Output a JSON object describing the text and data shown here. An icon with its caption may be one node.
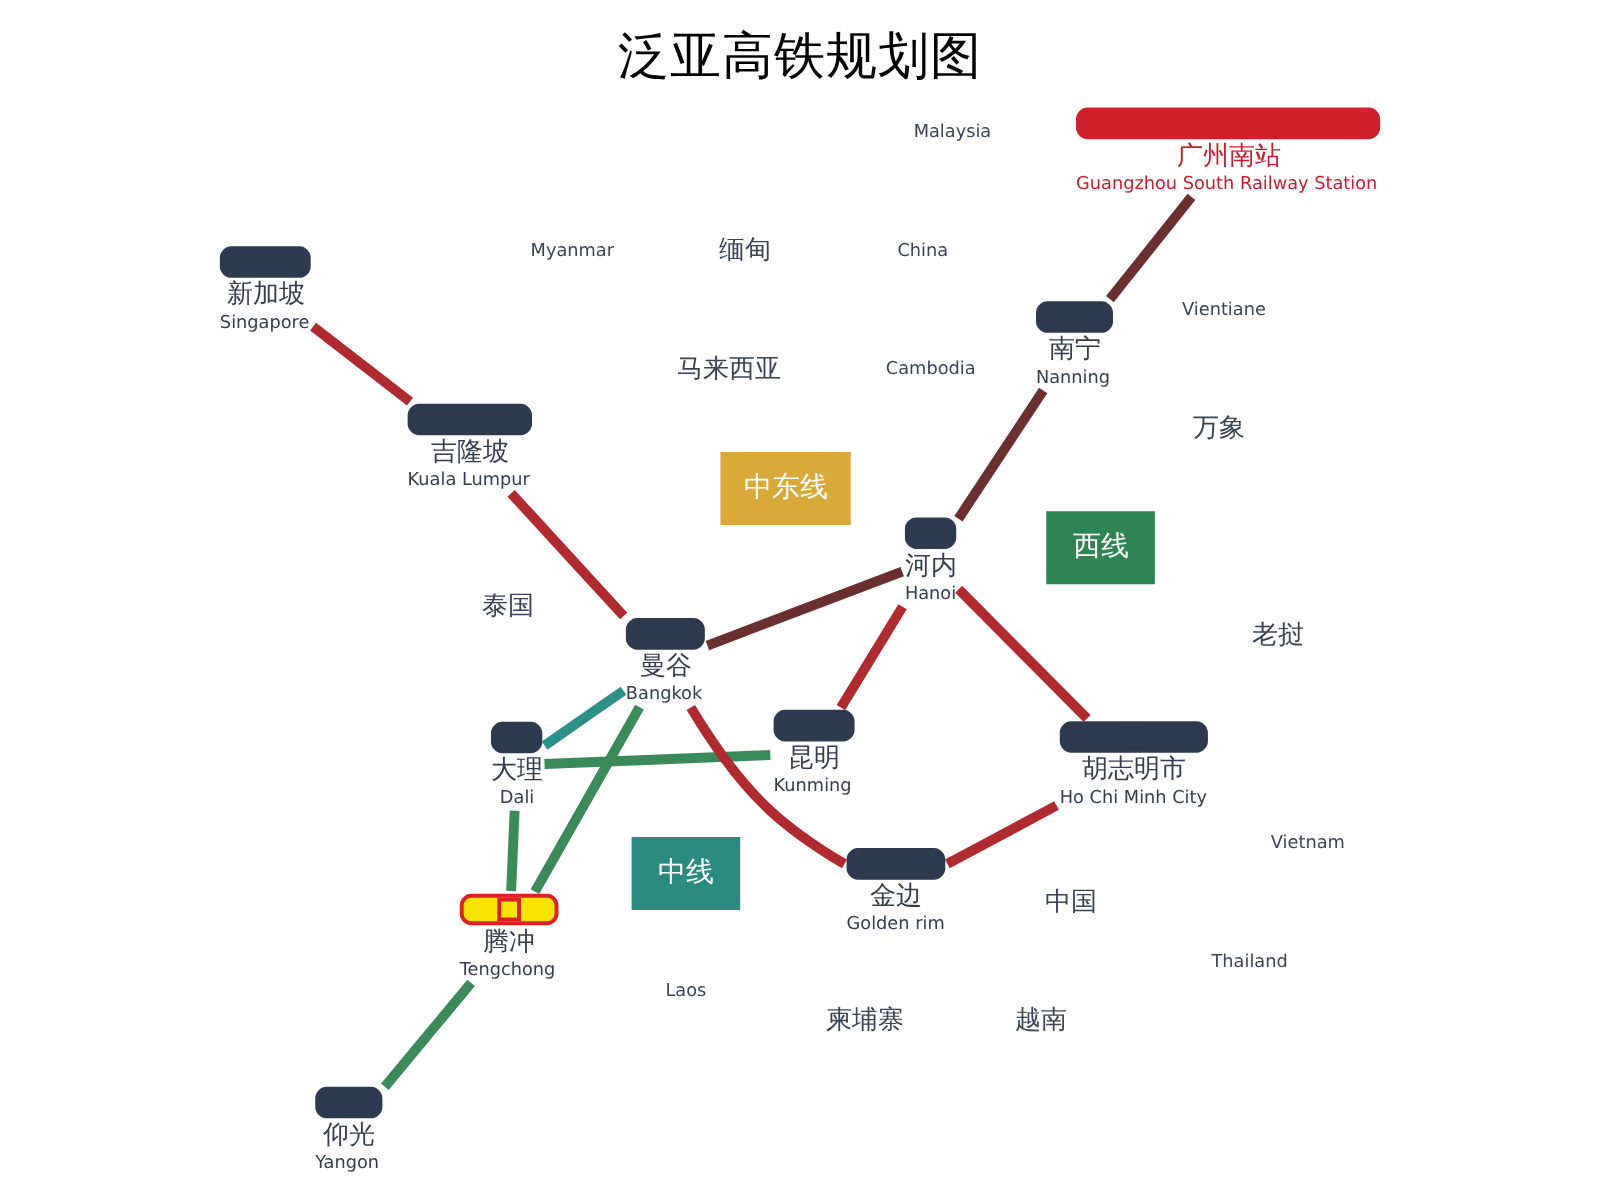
{
  "diagram": {
    "title": "泛亚高铁规划图",
    "nodes": [
      {
        "text": [
          "腾冲",
          "Tengchong"
        ]
      },
      {
        "text": [
          "大理",
          "Dali"
        ]
      },
      {
        "text": [
          "昆明",
          "Kunming"
        ]
      },
      {
        "text": [
          "河内",
          "Hanoi"
        ]
      },
      {
        "text": [
          "南宁",
          "Nanning"
        ]
      },
      {
        "text": [
          "广州南站",
          "Guangzhou South Railway Station"
        ]
      },
      {
        "text": [
          "仰光",
          "Yangon"
        ]
      },
      {
        "text": [
          "曼谷",
          "Bangkok"
        ]
      },
      {
        "text": [
          "金边",
          "Golden rim"
        ]
      },
      {
        "text": [
          "胡志明市",
          "Ho Chi Minh City"
        ]
      },
      {
        "text": [
          "吉隆坡",
          "Kuala Lumpur"
        ]
      },
      {
        "text": [
          "新加坡",
          "Singapore"
        ]
      },
      {
        "text": [
          "中东线"
        ]
      },
      {
        "text": [
          "西线"
        ]
      },
      {
        "text": [
          "中线"
        ]
      }
    ],
    "edges": [
      {
        "from": 0,
        "to": 1,
        "arrow": "none",
        "color": "#3a8a5a"
      },
      {
        "from": 1,
        "to": 2,
        "arrow": "none",
        "color": "#3a8a5a"
      },
      {
        "from": 0,
        "to": 6,
        "arrow": "none",
        "color": "#3a8a5a"
      },
      {
        "from": 0,
        "to": 7,
        "arrow": "none",
        "color": "#3a8a5a"
      },
      {
        "from": 1,
        "to": 7,
        "arrow": "none",
        "color": "#2a9088"
      },
      {
        "from": 5,
        "to": 4,
        "arrow": "none",
        "color": "#6b2f2f"
      },
      {
        "from": 4,
        "to": 3,
        "arrow": "none",
        "color": "#6b2f2f"
      },
      {
        "from": 3,
        "to": 7,
        "arrow": "none",
        "color": "#6b2f2f"
      },
      {
        "from": 2,
        "to": 3,
        "arrow": "none"
      },
      {
        "from": 3,
        "to": 9,
        "arrow": "none"
      },
      {
        "from": 9,
        "to": 8,
        "arrow": "none"
      },
      {
        "from": 8,
        "to": 7,
        "arrow": "none"
      },
      {
        "from": 7,
        "to": 10,
        "arrow": "none"
      },
      {
        "from": 10,
        "to": 11,
        "arrow": "none"
      }
    ],
    "labels": [
      "中国",
      "China",
      "缅甸",
      "Myanmar",
      "万象",
      "Vientiane",
      "泰国",
      "Thailand",
      "老挝",
      "Laos",
      "柬埔寨",
      "Cambodia",
      "越南",
      "Vietnam",
      "马来西亚",
      "Malaysia"
    ]
  }
}
